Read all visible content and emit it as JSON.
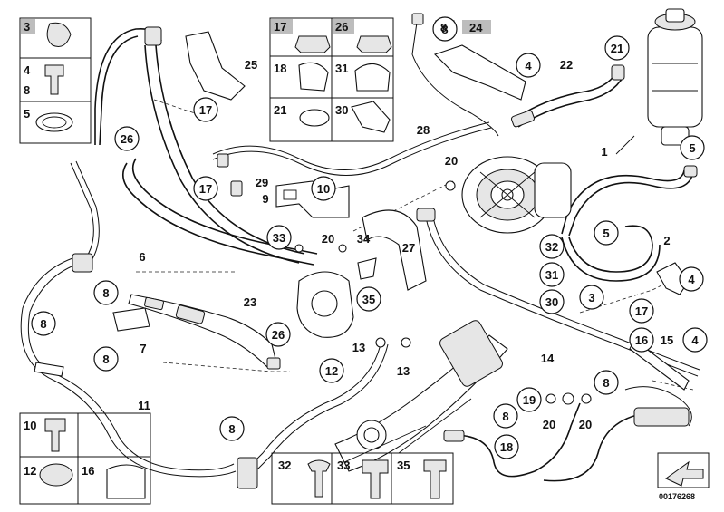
{
  "diagram": {
    "document_number": "00176268",
    "legend_top_left": [
      {
        "label": "3",
        "shaded": true
      },
      {
        "label": "4"
      },
      {
        "label": "8"
      },
      {
        "label": "5"
      }
    ],
    "legend_top_middle": [
      {
        "label": "17",
        "shaded": true
      },
      {
        "label": "26",
        "shaded": true
      },
      {
        "label": "18"
      },
      {
        "label": "31"
      },
      {
        "label": "21"
      },
      {
        "label": "30"
      }
    ],
    "legend_bottom": [
      {
        "label": "10"
      },
      {
        "label": "12"
      },
      {
        "label": "16"
      },
      {
        "label": "32"
      },
      {
        "label": "33"
      },
      {
        "label": "35"
      }
    ],
    "top_shaded_labels": [
      {
        "label": "8"
      },
      {
        "label": "24"
      }
    ],
    "circled_callouts": [
      {
        "label": "17"
      },
      {
        "label": "17"
      },
      {
        "label": "26"
      },
      {
        "label": "10"
      },
      {
        "label": "33"
      },
      {
        "label": "8"
      },
      {
        "label": "8"
      },
      {
        "label": "8"
      },
      {
        "label": "26"
      },
      {
        "label": "35"
      },
      {
        "label": "12"
      },
      {
        "label": "8"
      },
      {
        "label": "4"
      },
      {
        "label": "21"
      },
      {
        "label": "5"
      },
      {
        "label": "5"
      },
      {
        "label": "4"
      },
      {
        "label": "3"
      },
      {
        "label": "32"
      },
      {
        "label": "31"
      },
      {
        "label": "30"
      },
      {
        "label": "17"
      },
      {
        "label": "16"
      },
      {
        "label": "4"
      },
      {
        "label": "8"
      },
      {
        "label": "19"
      },
      {
        "label": "8"
      },
      {
        "label": "18"
      },
      {
        "label": "8"
      }
    ],
    "plain_labels": [
      {
        "label": "25"
      },
      {
        "label": "22"
      },
      {
        "label": "28"
      },
      {
        "label": "1"
      },
      {
        "label": "29"
      },
      {
        "label": "9"
      },
      {
        "label": "20"
      },
      {
        "label": "20"
      },
      {
        "label": "34"
      },
      {
        "label": "27"
      },
      {
        "label": "2"
      },
      {
        "label": "6"
      },
      {
        "label": "23"
      },
      {
        "label": "7"
      },
      {
        "label": "13"
      },
      {
        "label": "13"
      },
      {
        "label": "14"
      },
      {
        "label": "15"
      },
      {
        "label": "11"
      },
      {
        "label": "20"
      },
      {
        "label": "20"
      }
    ]
  }
}
